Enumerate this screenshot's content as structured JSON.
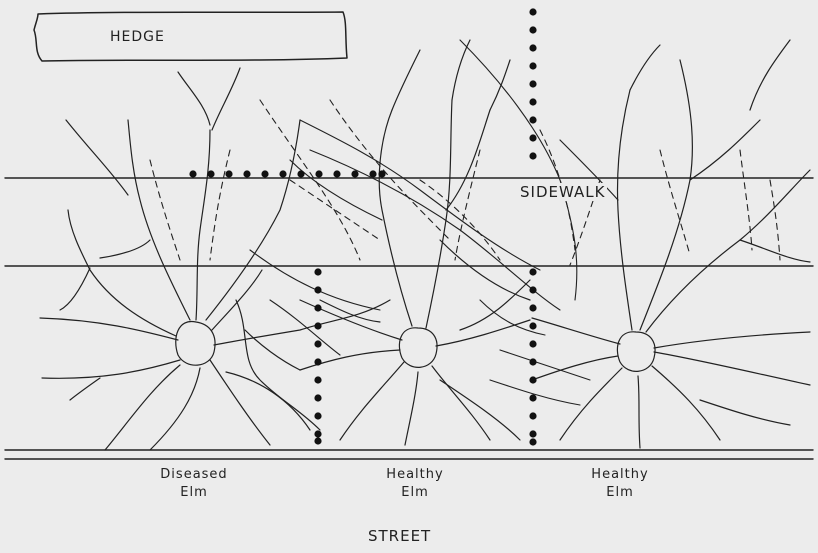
{
  "labels": {
    "hedge": "HEDGE",
    "sidewalk": "SIDEWALK",
    "street": "STREET"
  },
  "trees": [
    {
      "line1": "Diseased",
      "line2": "Elm"
    },
    {
      "line1": "Healthy",
      "line2": "Elm"
    },
    {
      "line1": "Healthy",
      "line2": "Elm"
    }
  ],
  "colors": {
    "ink": "#222222",
    "background": "#ececec"
  }
}
